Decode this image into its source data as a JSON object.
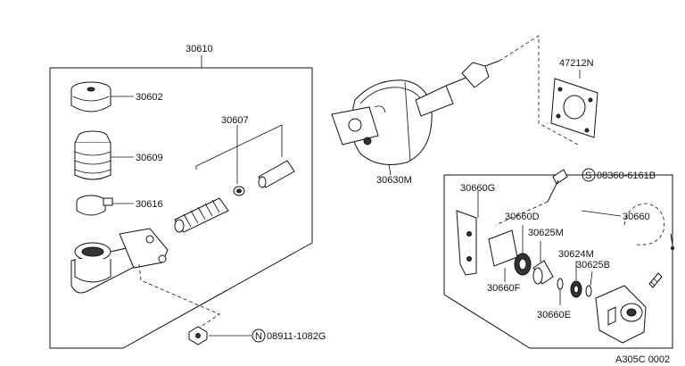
{
  "diagram": {
    "assembly_label": "30610",
    "code": "A305C 0002",
    "parts": {
      "p30602": "30602",
      "p30609": "30609",
      "p30616": "30616",
      "p30607": "30607",
      "p30630M": "30630M",
      "p47212N": "47212N",
      "p30660G": "30660G",
      "p30660D": "30660D",
      "p30625M": "30625M",
      "p30624M": "30624M",
      "p30625B": "30625B",
      "p30660F": "30660F",
      "p30660E": "30660E",
      "p30660": "30660"
    },
    "fasteners": {
      "bolt_prefix": "S",
      "bolt_number": "08360-6161B",
      "nut_prefix": "N",
      "nut_number": "08911-1082G"
    }
  }
}
